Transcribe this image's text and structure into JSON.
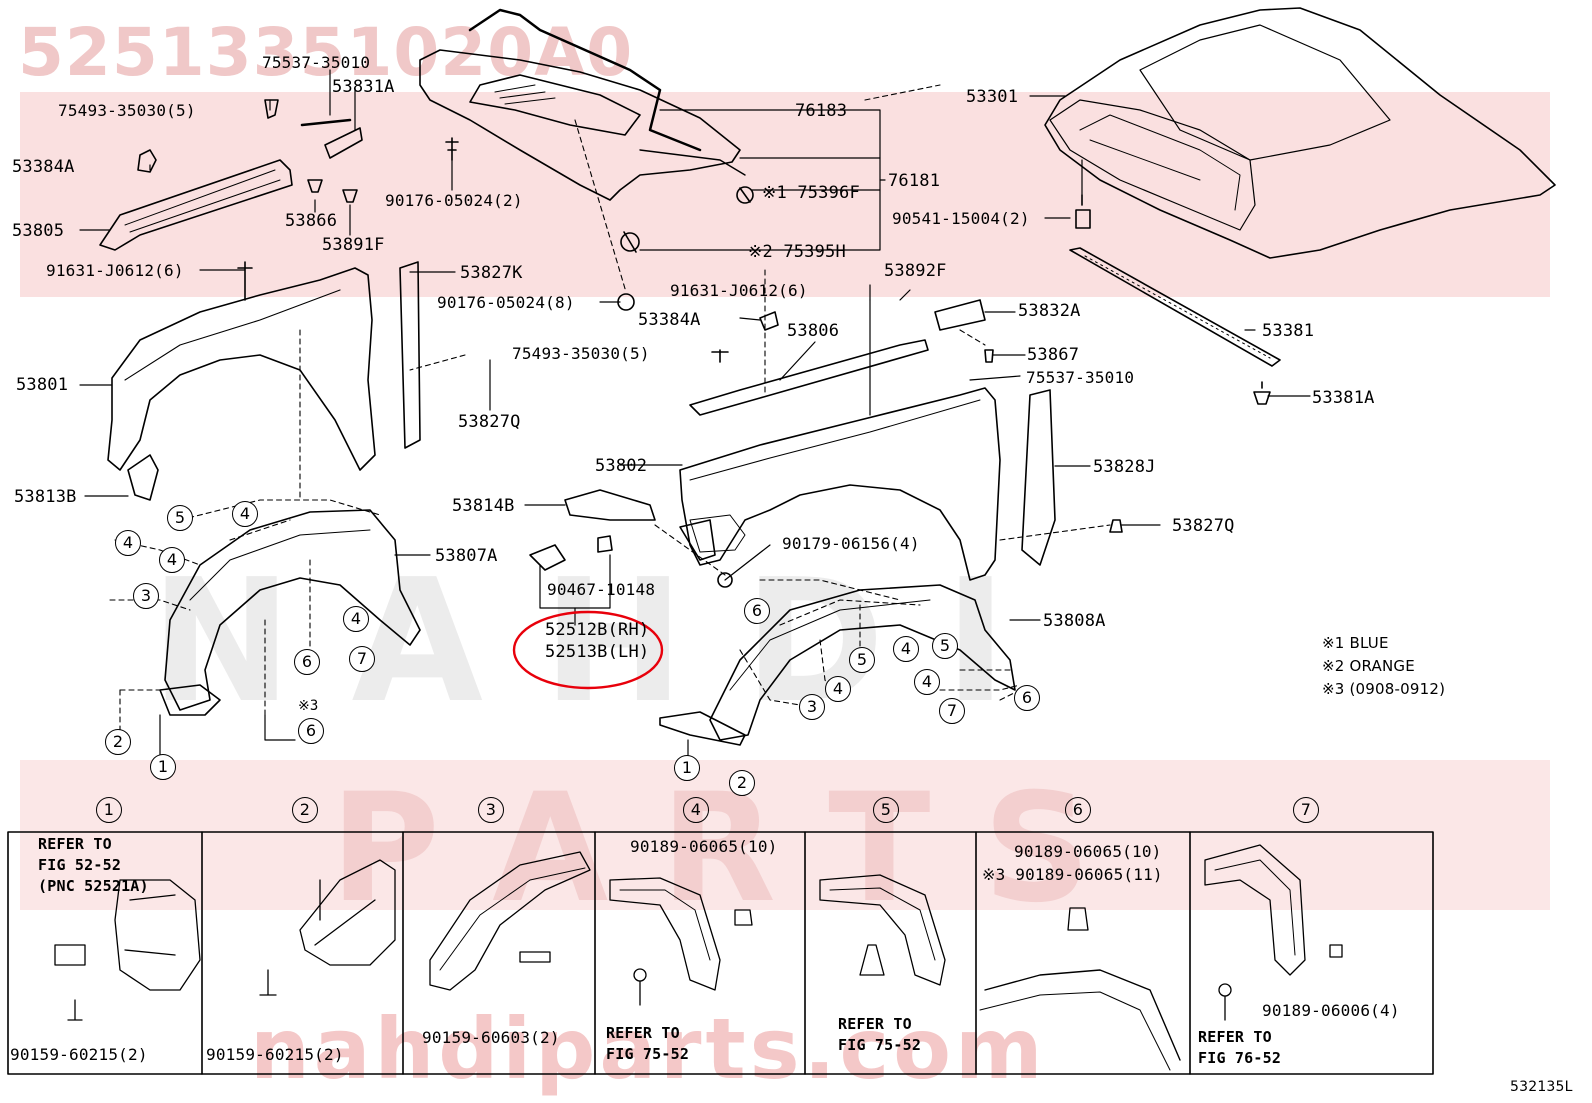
{
  "watermark": {
    "part_number": "52513351020A0",
    "site": "nahdiparts.com"
  },
  "figure_code": "532135L",
  "notes": [
    "※1 BLUE",
    "※2 ORANGE",
    "※3 (0908-0912)"
  ],
  "highlight_color": "#e8000b",
  "labels": {
    "l75537a": "75537-35010",
    "l53831a": "53831A",
    "l75493a": "75493-35030(5)",
    "l53384a1": "53384A",
    "l53805": "53805",
    "l53866": "53866",
    "l53891f": "53891F",
    "l90176a": "90176-05024(2)",
    "l76183": "76183",
    "l76181": "76181",
    "l75396f": "※1 75396F",
    "l75395h": "※2 75395H",
    "l53301": "53301",
    "l90541": "90541-15004(2)",
    "l91631a": "91631-J0612(6)",
    "l53827k": "53827K",
    "l90176b": "90176-05024(8)",
    "l91631b": "91631-J0612(6)",
    "l53892f": "53892F",
    "l53384a2": "53384A",
    "l53806": "53806",
    "l53832a": "53832A",
    "l53381": "53381",
    "l75493b": "75493-35030(5)",
    "l53867": "53867",
    "l75537b": "75537-35010",
    "l53381a": "53381A",
    "l53801": "53801",
    "l53827q1": "53827Q",
    "l53802": "53802",
    "l53828j": "53828J",
    "l53813b": "53813B",
    "l53814b": "53814B",
    "l53827q2": "53827Q",
    "l90179": "90179-06156(4)",
    "l53807a": "53807A",
    "l90467": "90467-10148",
    "l52512b": "52512B(RH)",
    "l52513b": "52513B(LH)",
    "l53808a": "53808A",
    "l_s3": "※3"
  },
  "callouts": [
    "1",
    "2",
    "3",
    "4",
    "5",
    "6",
    "7"
  ],
  "details": {
    "d1": {
      "num": "1",
      "refer": [
        "REFER TO",
        "FIG 52-52",
        "(PNC 52521A)"
      ],
      "part": "90159-60215(2)"
    },
    "d2": {
      "num": "2",
      "part": "90159-60215(2)"
    },
    "d3": {
      "num": "3",
      "part": "90159-60603(2)"
    },
    "d4": {
      "num": "4",
      "part": "90189-06065(10)",
      "refer": [
        "REFER TO",
        "FIG 75-52"
      ]
    },
    "d5": {
      "num": "5",
      "refer": [
        "REFER TO",
        "FIG 75-52"
      ]
    },
    "d6": {
      "num": "6",
      "part": "90189-06065(10)",
      "part2": "※3 90189-06065(11)"
    },
    "d7": {
      "num": "7",
      "part": "90189-06006(4)",
      "refer": [
        "REFER TO",
        "FIG 76-52"
      ]
    }
  }
}
